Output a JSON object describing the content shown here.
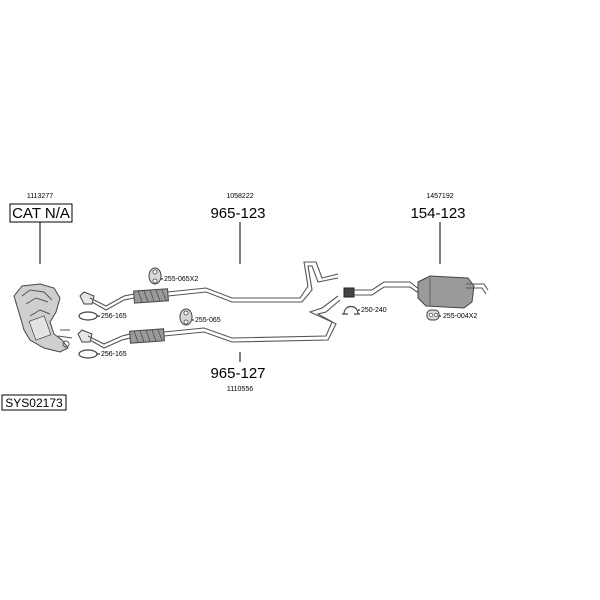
{
  "components": {
    "catalyst": {
      "code": "1113277",
      "label": "CAT N/A"
    },
    "front_pipe_top": {
      "code": "1058222",
      "part": "965-123"
    },
    "rear_muffler": {
      "code": "1457192",
      "part": "154-123"
    },
    "front_pipe_bottom": {
      "code": "1110556",
      "part": "965-127"
    }
  },
  "accessories": {
    "gasket_top": "256-165",
    "gasket_bottom": "256-165",
    "hanger_top": "255-065X2",
    "hanger_bottom": "255-065",
    "clamp": "250-240",
    "rubber_mount": "255-004X2"
  },
  "system_id": "SYS02173"
}
